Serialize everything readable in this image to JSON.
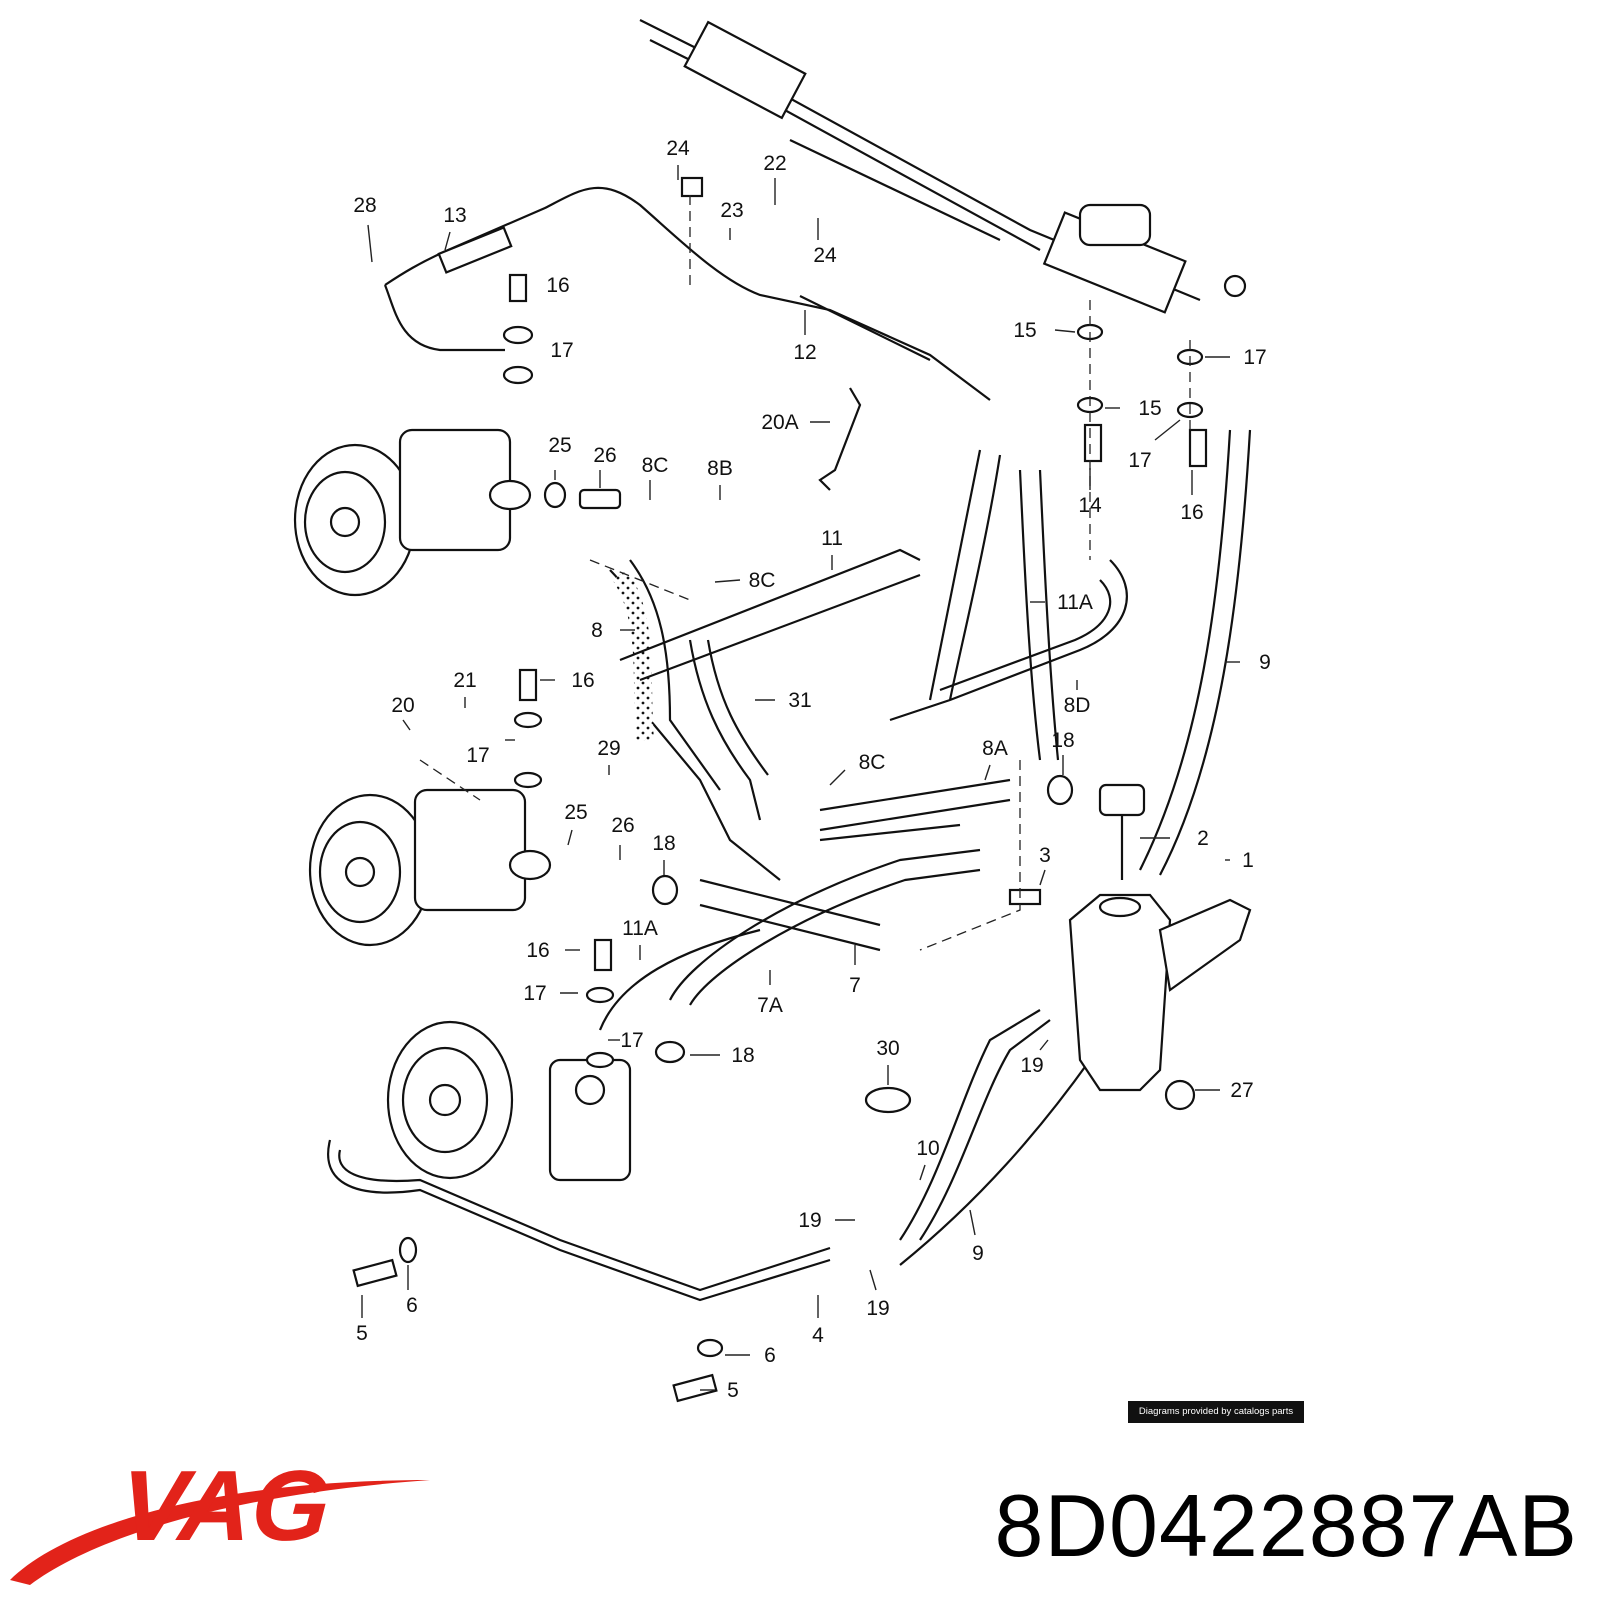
{
  "brand": {
    "name": "VAG",
    "color": "#e2231a"
  },
  "part_number": "8D0422887AB",
  "credit": "Diagrams provided by catalogs parts",
  "callouts": [
    {
      "text": "24"
    },
    {
      "text": "22"
    },
    {
      "text": "28"
    },
    {
      "text": "13"
    },
    {
      "text": "23"
    },
    {
      "text": "24"
    },
    {
      "text": "16"
    },
    {
      "text": "17"
    },
    {
      "text": "12"
    },
    {
      "text": "15"
    },
    {
      "text": "17"
    },
    {
      "text": "20A"
    },
    {
      "text": "15"
    },
    {
      "text": "17"
    },
    {
      "text": "14"
    },
    {
      "text": "16"
    },
    {
      "text": "25"
    },
    {
      "text": "26"
    },
    {
      "text": "8C"
    },
    {
      "text": "8B"
    },
    {
      "text": "11"
    },
    {
      "text": "8C"
    },
    {
      "text": "11A"
    },
    {
      "text": "8"
    },
    {
      "text": "9"
    },
    {
      "text": "21"
    },
    {
      "text": "16"
    },
    {
      "text": "20"
    },
    {
      "text": "31"
    },
    {
      "text": "8D"
    },
    {
      "text": "17"
    },
    {
      "text": "29"
    },
    {
      "text": "8C"
    },
    {
      "text": "8A"
    },
    {
      "text": "18"
    },
    {
      "text": "25"
    },
    {
      "text": "26"
    },
    {
      "text": "18"
    },
    {
      "text": "2"
    },
    {
      "text": "1"
    },
    {
      "text": "3"
    },
    {
      "text": "16"
    },
    {
      "text": "11A"
    },
    {
      "text": "17"
    },
    {
      "text": "7A"
    },
    {
      "text": "7"
    },
    {
      "text": "17"
    },
    {
      "text": "18"
    },
    {
      "text": "30"
    },
    {
      "text": "19"
    },
    {
      "text": "27"
    },
    {
      "text": "10"
    },
    {
      "text": "19"
    },
    {
      "text": "9"
    },
    {
      "text": "6"
    },
    {
      "text": "5"
    },
    {
      "text": "19"
    },
    {
      "text": "4"
    },
    {
      "text": "6"
    },
    {
      "text": "5"
    }
  ]
}
